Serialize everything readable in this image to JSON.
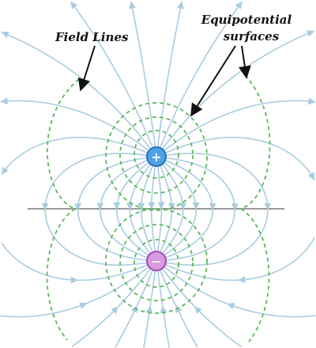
{
  "annotations": {
    "field_lines": "Field Lines",
    "equipotential_line1": "Equipotential",
    "equipotential_line2": "surfaces"
  },
  "charges": {
    "positive_symbol": "+",
    "negative_symbol": "−"
  },
  "colors": {
    "field_line": "#a9cce0",
    "equipotential": "#5cb85c",
    "midline": "#9a9a9a",
    "positive_fill": "#4da3e6",
    "positive_stroke": "#2a6fb5",
    "negative_fill": "#d79be0",
    "negative_stroke": "#a24bb5",
    "text": "#111111"
  },
  "icons": {
    "positive": "positive-charge-icon",
    "negative": "negative-charge-icon",
    "pointer": "arrow-pointer-icon"
  }
}
